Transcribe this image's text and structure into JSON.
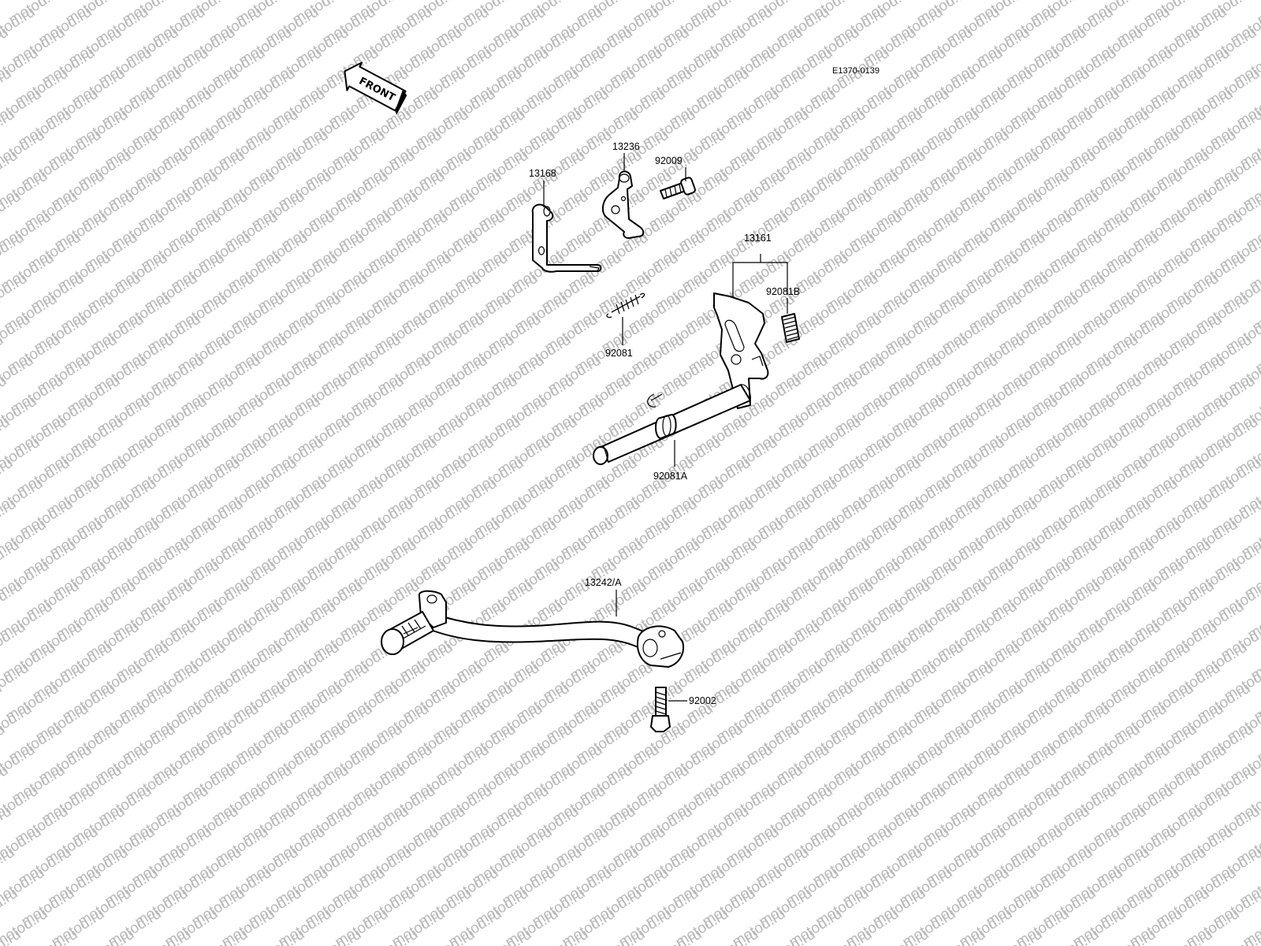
{
  "diagram_code": "E1370-0139",
  "direction_label": "FRONT",
  "watermark": "motod.ru",
  "parts": {
    "p13168": "13168",
    "p13236": "13236",
    "p92009": "92009",
    "p13161": "13161",
    "p92081B": "92081B",
    "p92081": "92081",
    "p92081A": "92081A",
    "p13242A": "13242/A",
    "p92002": "92002"
  }
}
